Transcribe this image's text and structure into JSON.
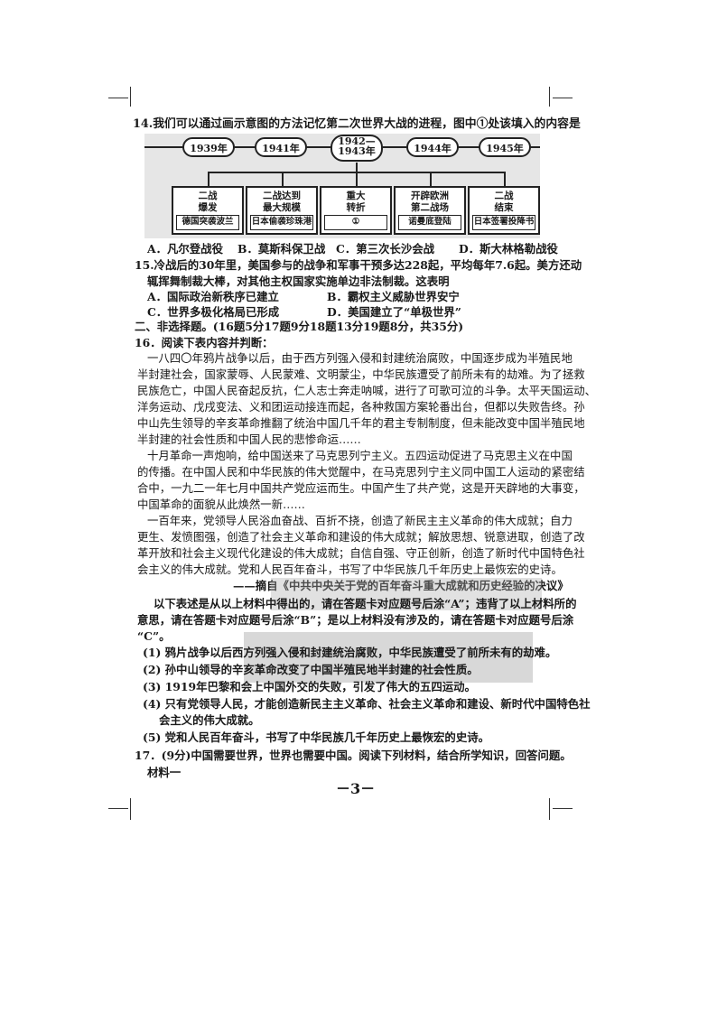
{
  "q14": {
    "stem": "14.我们可以通过画示意图的方法记忆第二次世界大战的进程，图中①处该填入的内容是",
    "years": [
      "1939年",
      "1941年",
      "1942—",
      "1943年",
      "1944年",
      "1945年"
    ],
    "boxes": [
      {
        "top1": "二战",
        "top2": "爆发",
        "bottom": "德国突袭波兰"
      },
      {
        "top1": "二战达到",
        "top2": "最大规模",
        "bottom": "日本偷袭珍珠港"
      },
      {
        "top1": "重大",
        "top2": "转折",
        "bottom": "①"
      },
      {
        "top1": "开辟欧洲",
        "top2": "第二战场",
        "bottom": "诺曼底登陆"
      },
      {
        "top1": "二战",
        "top2": "结束",
        "bottom": "日本签署投降书"
      }
    ],
    "options": [
      "A．凡尔登战役",
      "B．莫斯科保卫战",
      "C．第三次长沙会战",
      "D．斯大林格勒战役"
    ]
  },
  "q15": {
    "line1": "15.冷战后的30年里，美国参与的战争和军事干预多达228起，平均每年7.6起。美方还动",
    "line2": "辄挥舞制裁大棒，对其他主权国家实施单边非法制裁。这表明",
    "options": [
      "A．国际政治新秩序已建立",
      "B．霸权主义威胁世界安宁",
      "C．世界多极化格局已形成",
      "D．美国建立了“单极世界”"
    ]
  },
  "section2": "二、非选择题。(16题5分17题9分18题13分19题8分，共35分)",
  "q16": {
    "stem": "16．阅读下表内容并判断：",
    "para1": [
      "一八四〇年鸦片战争以后，由于西方列强入侵和封建统治腐败，中国逐步成为半殖民地",
      "半封建社会，国家蒙辱、人民蒙难、文明蒙尘，中华民族遭受了前所未有的劫难。为了拯救",
      "民族危亡，中国人民奋起反抗，仁人志士奔走呐喊，进行了可歌可泣的斗争。太平天国运动、",
      "洋务运动、戊戌变法、义和团运动接连而起，各种救国方案轮番出台，但都以失败告终。孙",
      "中山先生领导的辛亥革命推翻了统治中国几千年的君主专制制度，但未能改变中国半殖民地",
      "半封建的社会性质和中国人民的悲惨命运……"
    ],
    "para2": [
      "十月革命一声炮响，给中国送来了马克思列宁主义。五四运动促进了马克思主义在中国",
      "的传播。在中国人民和中华民族的伟大觉醒中，在马克思列宁主义同中国工人运动的紧密结",
      "合中，一九二一年七月中国共产党应运而生。中国产生了共产党，这是开天辟地的大事变，",
      "中国革命的面貌从此焕然一新……"
    ],
    "para3": [
      "一百年来，党领导人民浴血奋战、百折不挠，创造了新民主主义革命的伟大成就；自力",
      "更生、发愤图强，创造了社会主义革命和建设的伟大成就；解放思想、锐意进取，创造了改",
      "革开放和社会主义现代化建设的伟大成就；自信自强、守正创新，创造了新时代中国特色社",
      "会主义的伟大成就。党和人民百年奋斗，书写了中华民族几千年历史上最恢宏的史诗。"
    ],
    "source": "——摘自《中共中央关于党的百年奋斗重大成就和历史经验的决议》",
    "instruction": [
      "以下表述是从以上材料中得出的，请在答题卡对应题号后涂“A”；违背了以上材料所的",
      "意思，请在答题卡对应题号后涂“B”；是以上材料没有涉及的，请在答题卡对应题号后涂",
      "“C”。"
    ],
    "items": [
      "(1) 鸦片战争以后西方列强入侵和封建统治腐败，中华民族遭受了前所未有的劫难。",
      "(2) 孙中山领导的辛亥革命改变了中国半殖民地半封建的社会性质。",
      "(3) 1919年巴黎和会上中国外交的失败，引发了伟大的五四运动。",
      "(4) 只有党领导人民，才能创造新民主主义革命、社会主义革命和建设、新时代中国特色社",
      "会主义的伟大成就。",
      "(5) 党和人民百年奋斗，书写了中华民族几千年历史上最恢宏的史诗。"
    ]
  },
  "q17": {
    "stem": "17．(9分)中国需要世界，世界也需要中国。阅读下列材料，结合所学知识，回答问题。",
    "material": "材料一"
  },
  "page_number": "－3－"
}
